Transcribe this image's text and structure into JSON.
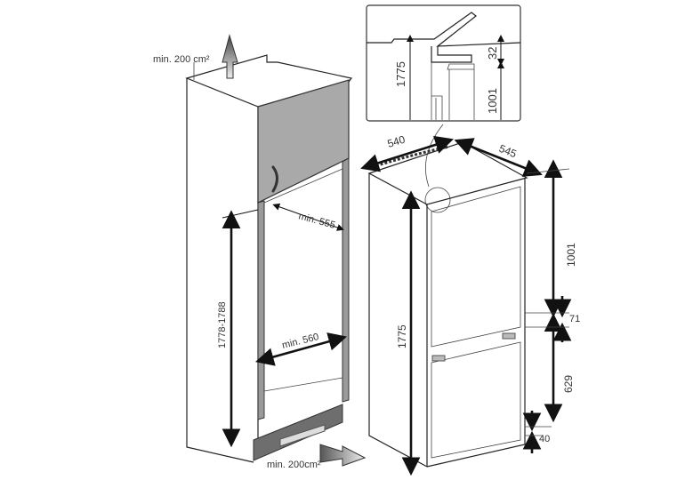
{
  "cabinet": {
    "vent_top_label": "min. 200 cm²",
    "depth_label": "min. 555",
    "width_label": "min. 560",
    "height_label": "1778-1788",
    "vent_bottom_label": "min. 200cm²"
  },
  "detail_inset": {
    "height_label": "1775",
    "gap_label": "32",
    "upper_label": "1001"
  },
  "appliance": {
    "width_label": "540",
    "depth_label": "545",
    "upper_door_label": "1001",
    "gap_label": "71",
    "lower_door_label": "629",
    "bottom_label": "40",
    "height_label": "1775"
  },
  "colors": {
    "door_gray": "#a9a9a9",
    "plinth_dark": "#6e6e6e"
  }
}
